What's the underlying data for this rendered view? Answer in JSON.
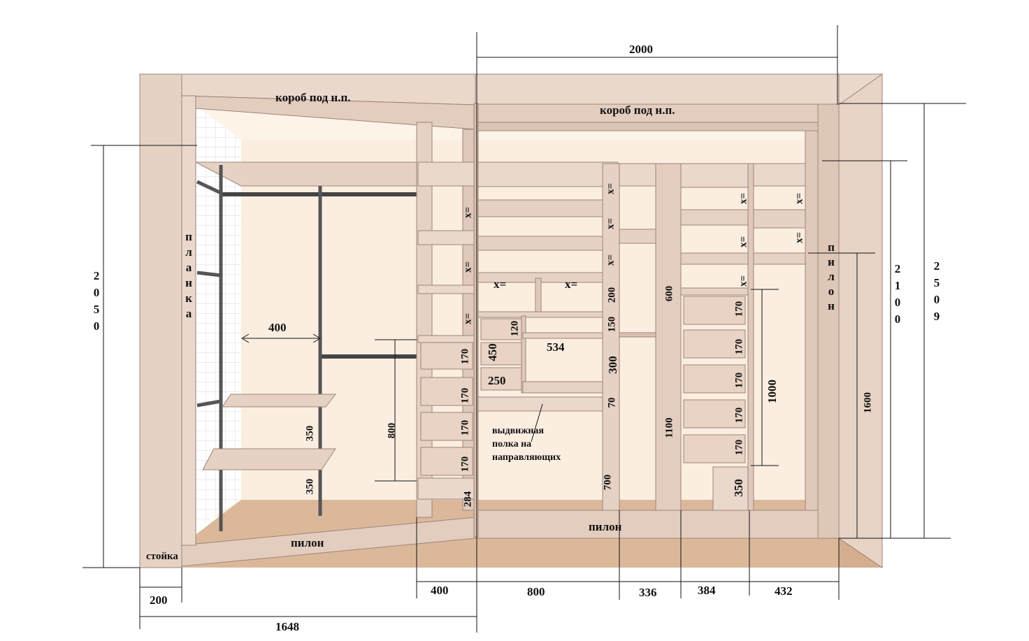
{
  "colors": {
    "board": "#ead8cd",
    "board_dark": "#d2b8a8",
    "board_edge": "#9c8478",
    "wall": "#fbeee0",
    "floor": "#dcb89a",
    "tile_line": "#cfcfcf",
    "rail": "#555555",
    "line": "#111111"
  },
  "labels": {
    "korob_left": "короб под н.п.",
    "korob_right": "короб под н.п.",
    "pylon_left": "пилон",
    "pylon_right": "пилон",
    "pylon_side": "пилон",
    "planka": "планка",
    "stoyka": "стойка",
    "note_line1": "выдвижная",
    "note_line2": "полка на",
    "note_line3": "направляющих"
  },
  "dims": {
    "top_2000": "2000",
    "left_2050": "2050",
    "right_2100": "2100",
    "right_2509": "2509",
    "right_1600": "1600",
    "rail_400": "400",
    "rail_350_a": "350",
    "rail_350_b": "350",
    "col_800": "800",
    "bot_200": "200",
    "bot_1648": "1648",
    "bot_400": "400",
    "bot_800": "800",
    "bot_336": "336",
    "bot_384": "384",
    "bot_432": "432",
    "c1_x1": "x=",
    "c1_x2": "x=",
    "c1_x3": "x=",
    "c1_170_1": "170",
    "c1_170_2": "170",
    "c1_170_3": "170",
    "c1_170_4": "170",
    "c1_284": "284",
    "c2_x1": "x=",
    "c2_x2": "x=",
    "c2_x3": "x=",
    "c2_x4": "x=",
    "c2_x5": "x=",
    "c2_120": "120",
    "c2_450": "450",
    "c2_250": "250",
    "c2_534": "534",
    "c2_200": "200",
    "c2_150": "150",
    "c2_300": "300",
    "c2_70": "70",
    "c2_700": "700",
    "c3_600": "600",
    "c3_1100": "1100",
    "c4_x1": "x=",
    "c4_x2": "x=",
    "c4_x3": "x=",
    "c4_170_1": "170",
    "c4_170_2": "170",
    "c4_170_3": "170",
    "c4_170_4": "170",
    "c4_170_5": "170",
    "c4_350": "350",
    "c4_1000": "1000",
    "c5_x1": "x=",
    "c5_x2": "x="
  }
}
